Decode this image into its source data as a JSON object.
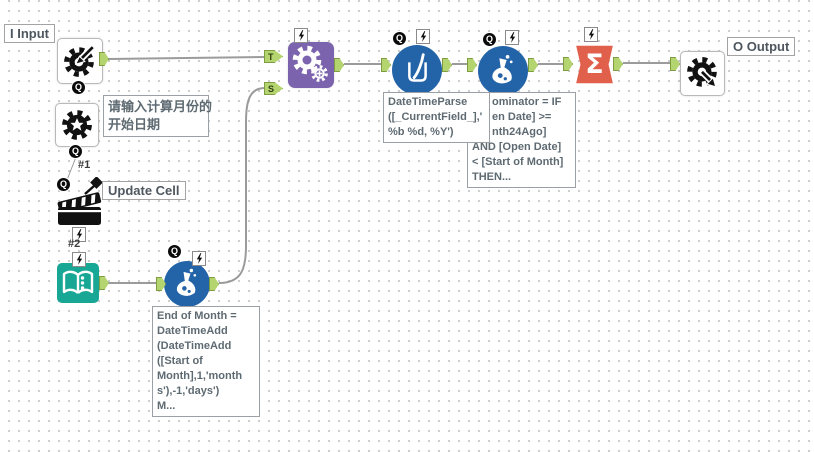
{
  "labels": {
    "input": "I Input",
    "output": "O Output",
    "update_cell": "Update Cell",
    "connector1": "#1",
    "connector2": "#2"
  },
  "anchors": {
    "q": "Q",
    "t": "T",
    "s": "S"
  },
  "glyphs": {
    "sigma": "Σ"
  },
  "annotations": {
    "prompt": [
      "请输入计算月份的",
      "开始日期"
    ],
    "end_of_month": [
      "End of Month =",
      "DateTimeAdd",
      "(DateTimeAdd",
      "([Start of",
      "Month],1,'month",
      "s'),-1,'days')",
      "M..."
    ],
    "datetime_parse": [
      "DateTimeParse",
      "([_CurrentField_],'",
      "%b %d, %Y')"
    ],
    "denominator": [
      "ominator = IF",
      "en Date] >=",
      "nth24Ago]",
      "AND [Open Date]",
      "< [Start of Month]",
      "THEN..."
    ]
  },
  "colors": {
    "tool_purple": "#7b64ad",
    "tool_blue": "#2364a8",
    "tool_teal": "#18a695",
    "tool_orange": "#e0604b",
    "anchor_green": "#b3d46e",
    "wire_gray": "#9b9b9b"
  }
}
